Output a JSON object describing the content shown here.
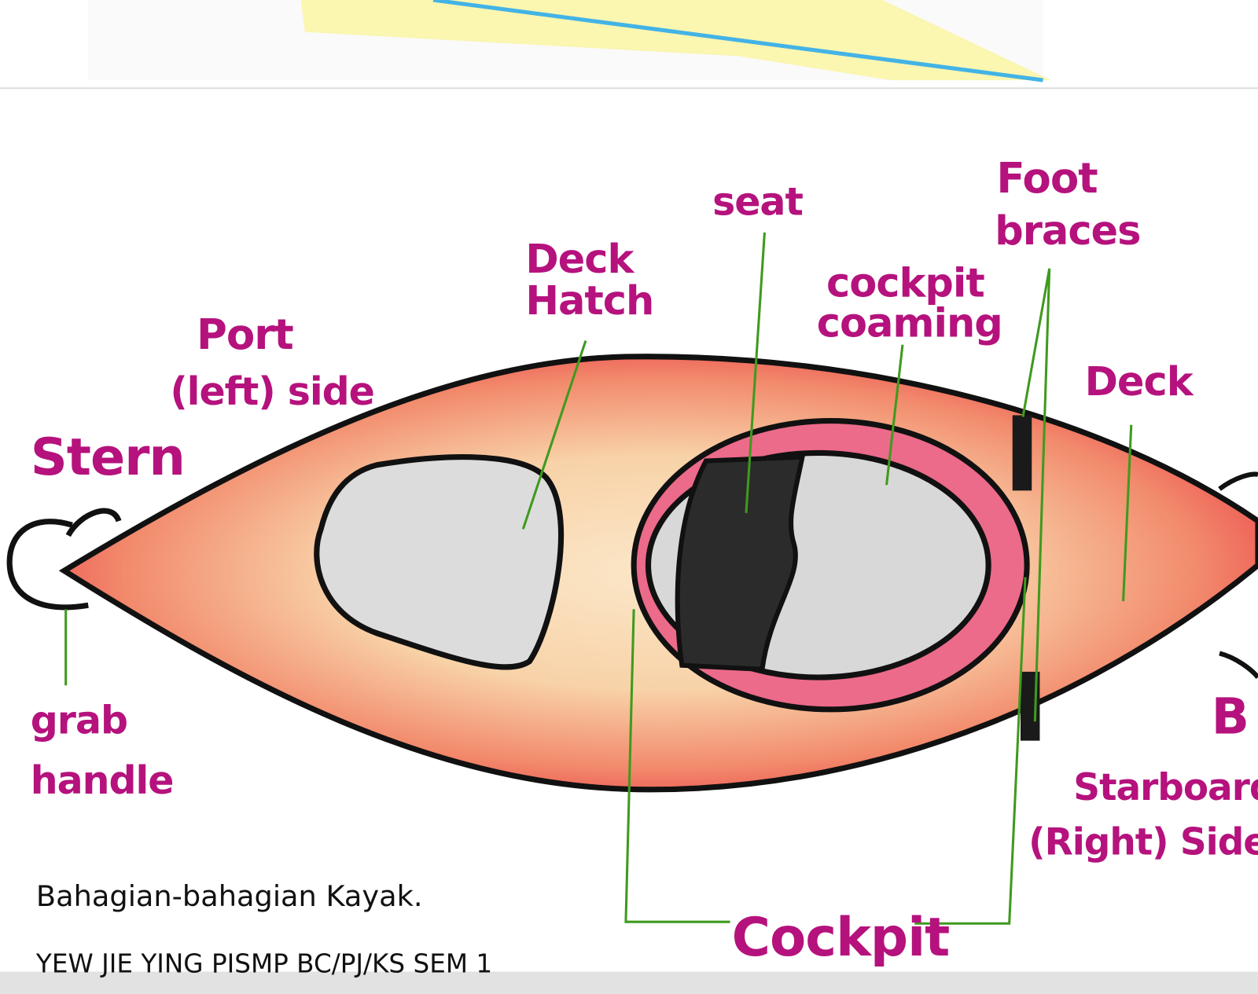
{
  "diagram": {
    "labels": {
      "stern": "Stern",
      "grab_handle_1": "grab",
      "grab_handle_2": "handle",
      "port_1": "Port",
      "port_2": "(left) side",
      "deck_hatch_1": "Deck",
      "deck_hatch_2": "Hatch",
      "seat": "seat",
      "cockpit_coaming_1": "cockpit",
      "cockpit_coaming_2": "coaming",
      "foot_braces_1": "Foot",
      "foot_braces_2": "braces",
      "deck": "Deck",
      "bow": "B",
      "starboard_1": "Starboard",
      "starboard_2": "(Right) Side",
      "cockpit": "Cockpit"
    },
    "caption": "Bahagian-bahagian Kayak.",
    "author": "YEW JIE YING PISMP BC/PJ/KS SEM 1"
  },
  "colors": {
    "label": "#b5127d",
    "leader": "#3f9a1e",
    "hull": "#e8303f",
    "outline": "#111111"
  }
}
